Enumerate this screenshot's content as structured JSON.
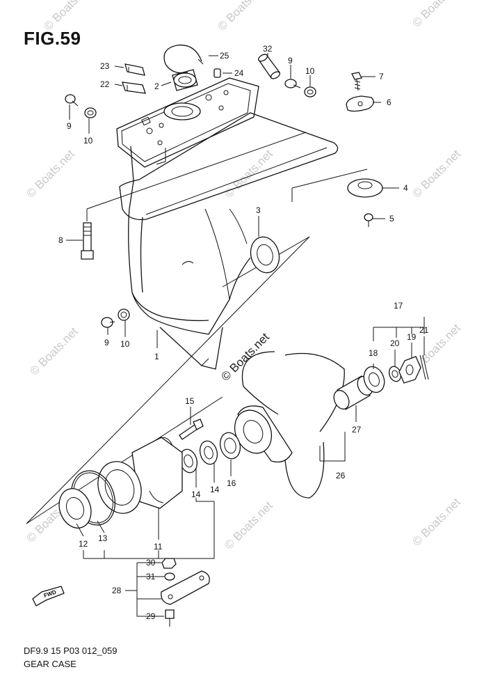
{
  "figure": {
    "title": "FIG.59",
    "drawing_code": "DF9.9 15 P03 012_059",
    "section_name": "GEAR CASE"
  },
  "watermark": {
    "text": "© Boats.net"
  },
  "fwd_badge": {
    "text": "FWD"
  },
  "callouts": {
    "c1": "1",
    "c2": "2",
    "c3": "3",
    "c4": "4",
    "c5": "5",
    "c6": "6",
    "c7": "7",
    "c8": "8",
    "c9a": "9",
    "c9b": "9",
    "c9c": "9",
    "c10a": "10",
    "c10b": "10",
    "c10c": "10",
    "c11": "11",
    "c12": "12",
    "c13": "13",
    "c14a": "14",
    "c14b": "14",
    "c15": "15",
    "c16": "16",
    "c17": "17",
    "c18": "18",
    "c19": "19",
    "c20": "20",
    "c21": "21",
    "c22": "22",
    "c23": "23",
    "c24": "24",
    "c25": "25",
    "c26": "26",
    "c27": "27",
    "c28": "28",
    "c29": "29",
    "c30": "30",
    "c31": "31",
    "c32": "32"
  }
}
